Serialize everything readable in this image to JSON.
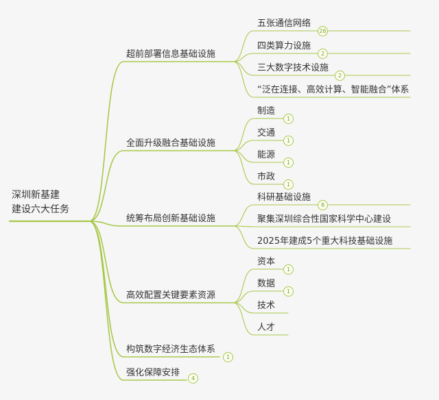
{
  "colors": {
    "branch_line": "#a8c84a",
    "badge": "#8fb537",
    "background": "#f6f6f6",
    "text": "#333333"
  },
  "root": {
    "line1": "深圳新基建",
    "line2": "建设六大任务"
  },
  "branches": [
    {
      "label": "超前部署信息基础设施",
      "children": [
        {
          "label": "五张通信网络",
          "badge": "26"
        },
        {
          "label": "四类算力设施",
          "badge": "2"
        },
        {
          "label": "三大数字技术设施",
          "badge": "2"
        },
        {
          "label": "“泛在连接、高效计算、智能融合”体系",
          "badge": ""
        }
      ]
    },
    {
      "label": "全面升级融合基础设施",
      "children": [
        {
          "label": "制造",
          "badge": "1"
        },
        {
          "label": "交通",
          "badge": "1"
        },
        {
          "label": "能源",
          "badge": "1"
        },
        {
          "label": "市政",
          "badge": "1"
        }
      ]
    },
    {
      "label": "统筹布局创新基础设施",
      "children": [
        {
          "label": "科研基础设施",
          "badge": "8"
        },
        {
          "label": "聚集深圳综合性国家科学中心建设",
          "badge": ""
        },
        {
          "label": "2025年建成5个重大科技基础设施",
          "badge": ""
        }
      ]
    },
    {
      "label": "高效配置关键要素资源",
      "children": [
        {
          "label": "资本",
          "badge": "1"
        },
        {
          "label": "数据",
          "badge": "1"
        },
        {
          "label": "技术",
          "badge": ""
        },
        {
          "label": "人才",
          "badge": ""
        }
      ]
    },
    {
      "label": "构筑数字经济生态体系",
      "badge": "1",
      "children": []
    },
    {
      "label": "强化保障安排",
      "badge": "4",
      "children": []
    }
  ]
}
